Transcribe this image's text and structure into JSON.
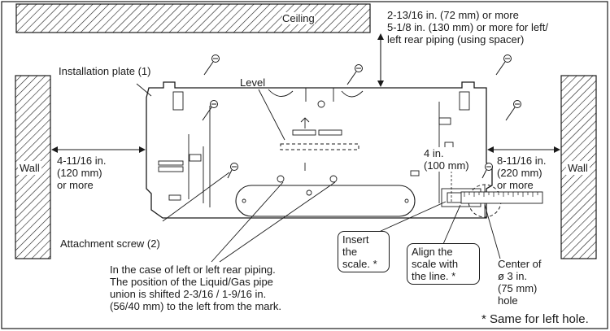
{
  "labels": {
    "ceiling": "Ceiling",
    "ceiling_clearance_1": "2-13/16 in. (72 mm) or more",
    "ceiling_clearance_2": "5-1/8 in. (130 mm) or more for left/",
    "ceiling_clearance_3": "left rear piping (using spacer)",
    "installation_plate": "Installation plate (1)",
    "level": "Level",
    "wall_left": "Wall",
    "wall_right": "Wall",
    "left_clearance_1": "4-11/16 in.",
    "left_clearance_2": "(120 mm)",
    "left_clearance_3": "or more",
    "right_clearance_1": "8-11/16 in.",
    "right_clearance_2": "(220 mm)",
    "right_clearance_3": "or more",
    "hole_offset_1": "4 in.",
    "hole_offset_2": "(100 mm)",
    "attachment_screw": "Attachment screw (2)",
    "piping_note_1": "In the case of left or left rear piping.",
    "piping_note_2": "The position of the Liquid/Gas pipe",
    "piping_note_3": "union is shifted 2-3/16 / 1-9/16 in.",
    "piping_note_4": "(56/40 mm) to the left from the mark.",
    "insert_scale_1": "Insert",
    "insert_scale_2": "the",
    "insert_scale_3": "scale. *",
    "align_scale_1": "Align the",
    "align_scale_2": "scale with",
    "align_scale_3": "the line. *",
    "hole_center_1": "Center of",
    "hole_center_2": "ø 3 in.",
    "hole_center_3": "(75 mm)",
    "hole_center_4": "hole",
    "footnote": "* Same for left hole."
  }
}
